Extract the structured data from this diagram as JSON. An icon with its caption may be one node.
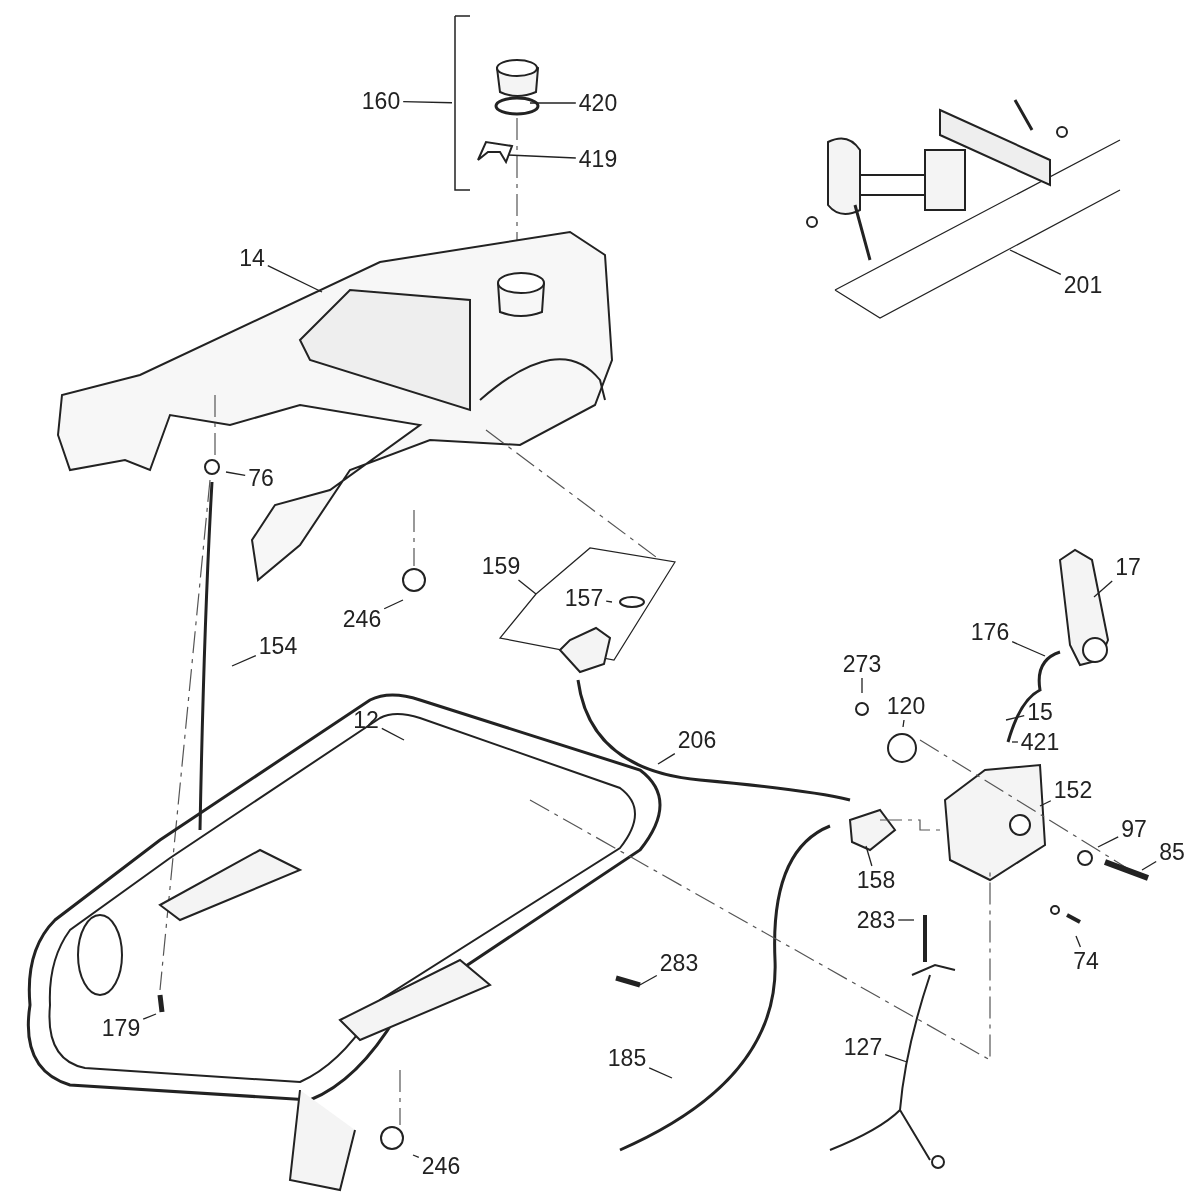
{
  "diagram": {
    "nodes": [
      {
        "text": [
          "160"
        ]
      },
      {
        "text": [
          "420"
        ]
      },
      {
        "text": [
          "419"
        ]
      },
      {
        "text": [
          "14"
        ]
      },
      {
        "text": [
          "201"
        ]
      },
      {
        "text": [
          "76"
        ]
      },
      {
        "text": [
          "159"
        ]
      },
      {
        "text": [
          "17"
        ]
      },
      {
        "text": [
          "157"
        ]
      },
      {
        "text": [
          "246"
        ]
      },
      {
        "text": [
          "176"
        ]
      },
      {
        "text": [
          "154"
        ]
      },
      {
        "text": [
          "273"
        ]
      },
      {
        "text": [
          "120"
        ]
      },
      {
        "text": [
          "15"
        ]
      },
      {
        "text": [
          "12"
        ]
      },
      {
        "text": [
          "206"
        ]
      },
      {
        "text": [
          "421"
        ]
      },
      {
        "text": [
          "152"
        ]
      },
      {
        "text": [
          "97"
        ]
      },
      {
        "text": [
          "85"
        ]
      },
      {
        "text": [
          "158"
        ]
      },
      {
        "text": [
          "283"
        ]
      },
      {
        "text": [
          "74"
        ]
      },
      {
        "text": [
          "283"
        ]
      },
      {
        "text": [
          "179"
        ]
      },
      {
        "text": [
          "127"
        ]
      },
      {
        "text": [
          "185"
        ]
      },
      {
        "text": [
          "246"
        ]
      },
      {
        "text": [],
        "shape": "bracket"
      }
    ],
    "edges": [
      {
        "from": 0,
        "to": 29,
        "arrow": "none"
      },
      {
        "from": 1,
        "to": null,
        "arrow": "none"
      },
      {
        "from": 2,
        "to": null,
        "arrow": "none"
      },
      {
        "from": 3,
        "to": null,
        "arrow": "none"
      },
      {
        "from": 4,
        "to": null,
        "arrow": "none"
      },
      {
        "from": 5,
        "to": null,
        "arrow": "none"
      },
      {
        "from": 6,
        "to": null,
        "arrow": "none"
      },
      {
        "from": 7,
        "to": null,
        "arrow": "none"
      },
      {
        "from": 8,
        "to": null,
        "arrow": "none"
      },
      {
        "from": 9,
        "to": null,
        "arrow": "none"
      },
      {
        "from": 10,
        "to": null,
        "arrow": "none"
      },
      {
        "from": 11,
        "to": null,
        "arrow": "none"
      },
      {
        "from": 12,
        "to": null,
        "arrow": "none"
      },
      {
        "from": 13,
        "to": null,
        "arrow": "none"
      },
      {
        "from": 14,
        "to": null,
        "arrow": "none"
      },
      {
        "from": 15,
        "to": null,
        "arrow": "none"
      },
      {
        "from": 16,
        "to": null,
        "arrow": "none"
      },
      {
        "from": 17,
        "to": null,
        "arrow": "none"
      },
      {
        "from": 18,
        "to": null,
        "arrow": "none"
      },
      {
        "from": 19,
        "to": null,
        "arrow": "none"
      },
      {
        "from": 20,
        "to": null,
        "arrow": "none"
      },
      {
        "from": 21,
        "to": null,
        "arrow": "none"
      },
      {
        "from": 22,
        "to": null,
        "arrow": "none"
      },
      {
        "from": 23,
        "to": null,
        "arrow": "none"
      },
      {
        "from": 24,
        "to": null,
        "arrow": "none"
      },
      {
        "from": 25,
        "to": null,
        "arrow": "none"
      },
      {
        "from": 26,
        "to": null,
        "arrow": "none"
      },
      {
        "from": 27,
        "to": null,
        "arrow": "none"
      },
      {
        "from": 28,
        "to": null,
        "arrow": "none"
      }
    ]
  }
}
